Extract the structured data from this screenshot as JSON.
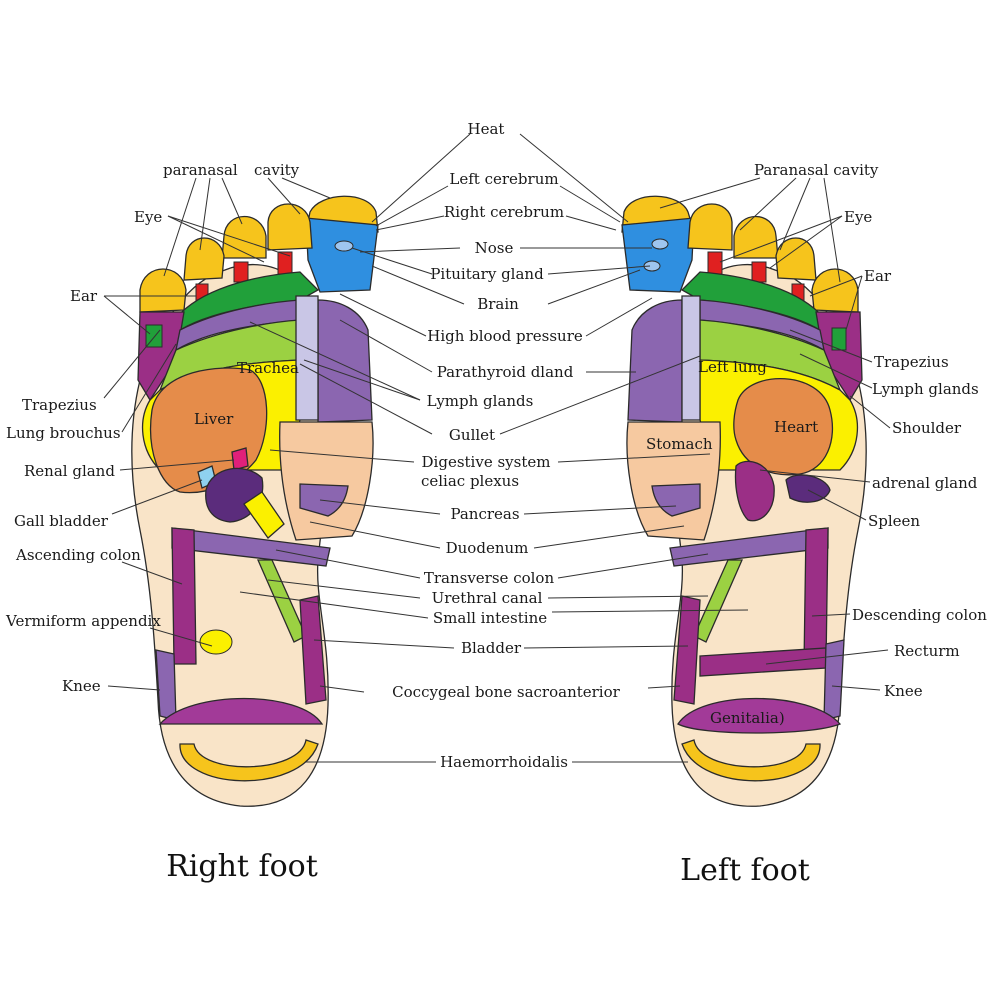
{
  "titles": {
    "right_foot": "Right foot",
    "left_foot": "Left foot"
  },
  "center_labels": {
    "heat": "Heat",
    "left_cerebrum": "Left cerebrum",
    "right_cerebrum": "Right cerebrum",
    "nose": "Nose",
    "pituitary_gland": "Pituitary gland",
    "brain": "Brain",
    "high_blood_pressure": "High blood pressure",
    "parathyroid": "Parathyroid dland",
    "lymph_glands": "Lymph glands",
    "gullet": "Gullet",
    "digestive_system": "Digestive system",
    "celiac_plexus": "celiac plexus",
    "pancreas": "Pancreas",
    "duodenum": "Duodenum",
    "transverse_colon": "Transverse colon",
    "urethral_canal": "Urethral canal",
    "small_intestine": "Small intestine",
    "bladder": "Bladder",
    "coccygeal": "Coccygeal bone sacroanterior",
    "haemorrhoidalis": "Haemorrhoidalis"
  },
  "right_foot_labels": {
    "paranasal": "paranasal",
    "cavity": "cavity",
    "eye": "Eye",
    "ear": "Ear",
    "trapezius": "Trapezius",
    "lung_brouchus": "Lung brouchus",
    "renal_gland": "Renal gland",
    "gall_bladder": "Gall bladder",
    "ascending_colon": "Ascending colon",
    "vermiform_appendix": "Vermiform appendix",
    "knee": "Knee",
    "trachea": "Trachea",
    "liver": "Liver"
  },
  "left_foot_labels": {
    "paranasal_cavity": "Paranasal cavity",
    "eye": "Eye",
    "ear": "Ear",
    "trapezius": "Trapezius",
    "lymph_glands": "Lymph glands",
    "shoulder": "Shoulder",
    "adrenal_gland": "adrenal gland",
    "spleen": "Spleen",
    "descending_colon": "Descending colon",
    "recturm": "Recturm",
    "knee": "Knee",
    "left_lung": "Left lung",
    "stomach": "Stomach",
    "heart": "Heart",
    "genitalia": "Genitalia)"
  },
  "colors": {
    "skin": "#f9e4c8",
    "toe_yellow": "#f6c41c",
    "brain_blue": "#2f8fe0",
    "purple": "#8b66b0",
    "violet": "#9b2f86",
    "green": "#21a03a",
    "light_green": "#9bd142",
    "yellow": "#fbf000",
    "orange": "#e58c4a",
    "red": "#e02020",
    "peach": "#f6c9a0",
    "magenta": "#a23a98"
  }
}
